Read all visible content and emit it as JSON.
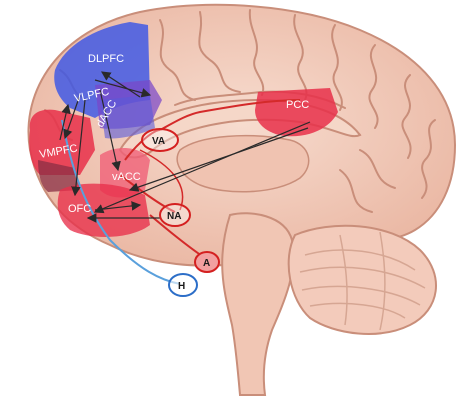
{
  "labels": {
    "dlpfc": "DLPFC",
    "vlpfc": "VLPFC",
    "dacc": "dACC",
    "pcc": "PCC",
    "vmpfc": "VMPFC",
    "vacc": "vACC",
    "ofc": "OFC",
    "va": "VA",
    "na": "NA",
    "a": "A",
    "h": "H"
  },
  "colors": {
    "cortex": "#f2c9b8",
    "sulcus": "#c98e7a",
    "dlpfc_region": "#3a55e6",
    "vlpfc_region": "#7a46c8",
    "red_region": "#e8304a",
    "pink_region": "#f06078",
    "circle_red": "#d42020",
    "circle_blue": "#2c6ec8",
    "arrow": "#2a2a2a",
    "red_path": "#d42a2a",
    "blue_path": "#5aa0dc"
  }
}
